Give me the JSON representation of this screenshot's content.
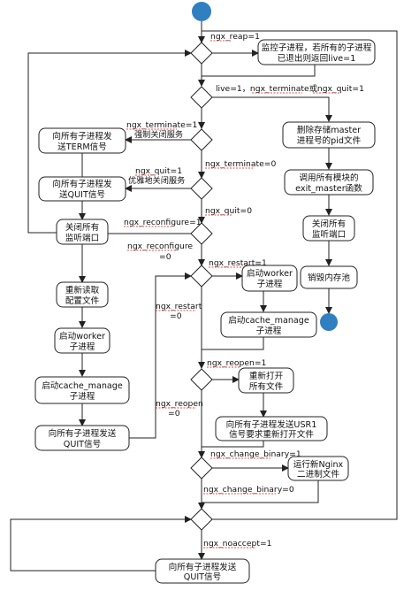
{
  "nodes": {
    "reap_action": [
      "监控子进程，若所有的子进程",
      "已退出则返回live=1"
    ],
    "send_term": [
      "向所有子进程发",
      "送TERM信号"
    ],
    "send_quit_1": [
      "向所有子进程发",
      "送QUIT信号"
    ],
    "close_listen_1": [
      "关闭所有",
      "监听端口"
    ],
    "reread_config": [
      "重新读取",
      "配置文件"
    ],
    "start_worker_1": [
      "启动worker",
      "子进程"
    ],
    "start_cache_1": [
      "启动cache_manage",
      "子进程"
    ],
    "send_quit_2": [
      "向所有子进程发送",
      "QUIT信号"
    ],
    "delete_pid": [
      "删除存储master",
      "进程号的pid文件"
    ],
    "call_exit_master": [
      "调用所有模块的",
      "exit_master函数"
    ],
    "close_listen_2": [
      "关闭所有",
      "监听端口"
    ],
    "destroy_pool": [
      "销毁内存池"
    ],
    "start_worker_2": [
      "启动worker",
      "子进程"
    ],
    "start_cache_2": [
      "启动cache_manage",
      "子进程"
    ],
    "reopen_files": [
      "重新打开",
      "所有文件"
    ],
    "send_usr1": [
      "向所有子进程发送USR1",
      "信号要求重新打开文件"
    ],
    "run_new_nginx": [
      "运行新Nginx",
      "二进制文件"
    ],
    "send_quit_3": [
      "向所有子进程发送",
      "QUIT信号"
    ]
  },
  "labels": {
    "reap_1": "ngx_reap=1",
    "live_cond": "live=1，ngx_terminate或ngx_quit=1",
    "terminate_1": "ngx_terminate=1",
    "terminate_1_desc": "强制关闭服务",
    "terminate_0": "ngx_terminate=0",
    "quit_1": "ngx_quit=1",
    "quit_1_desc": "优雅地关闭服务",
    "quit_0": "ngx_quit=0",
    "reconfigure_1": "ngx_reconfigure=1",
    "reconfigure_0_a": "ngx_reconfigure",
    "reconfigure_0_b": "=0",
    "restart_1": "ngx_restart=1",
    "restart_0_a": "ngx_restart",
    "restart_0_b": "=0",
    "reopen_1": "ngx_reopen=1",
    "reopen_0_a": "ngx_reopen",
    "reopen_0_b": "=0",
    "change_binary_1": "ngx_change_binary=1",
    "change_binary_0": "ngx_change_binary=0",
    "noaccept_1": "ngx_noaccept=1"
  },
  "colors": {
    "start_node": "#2f7fc1",
    "end_node": "#2f7fc1",
    "underline": "#dd1111"
  }
}
